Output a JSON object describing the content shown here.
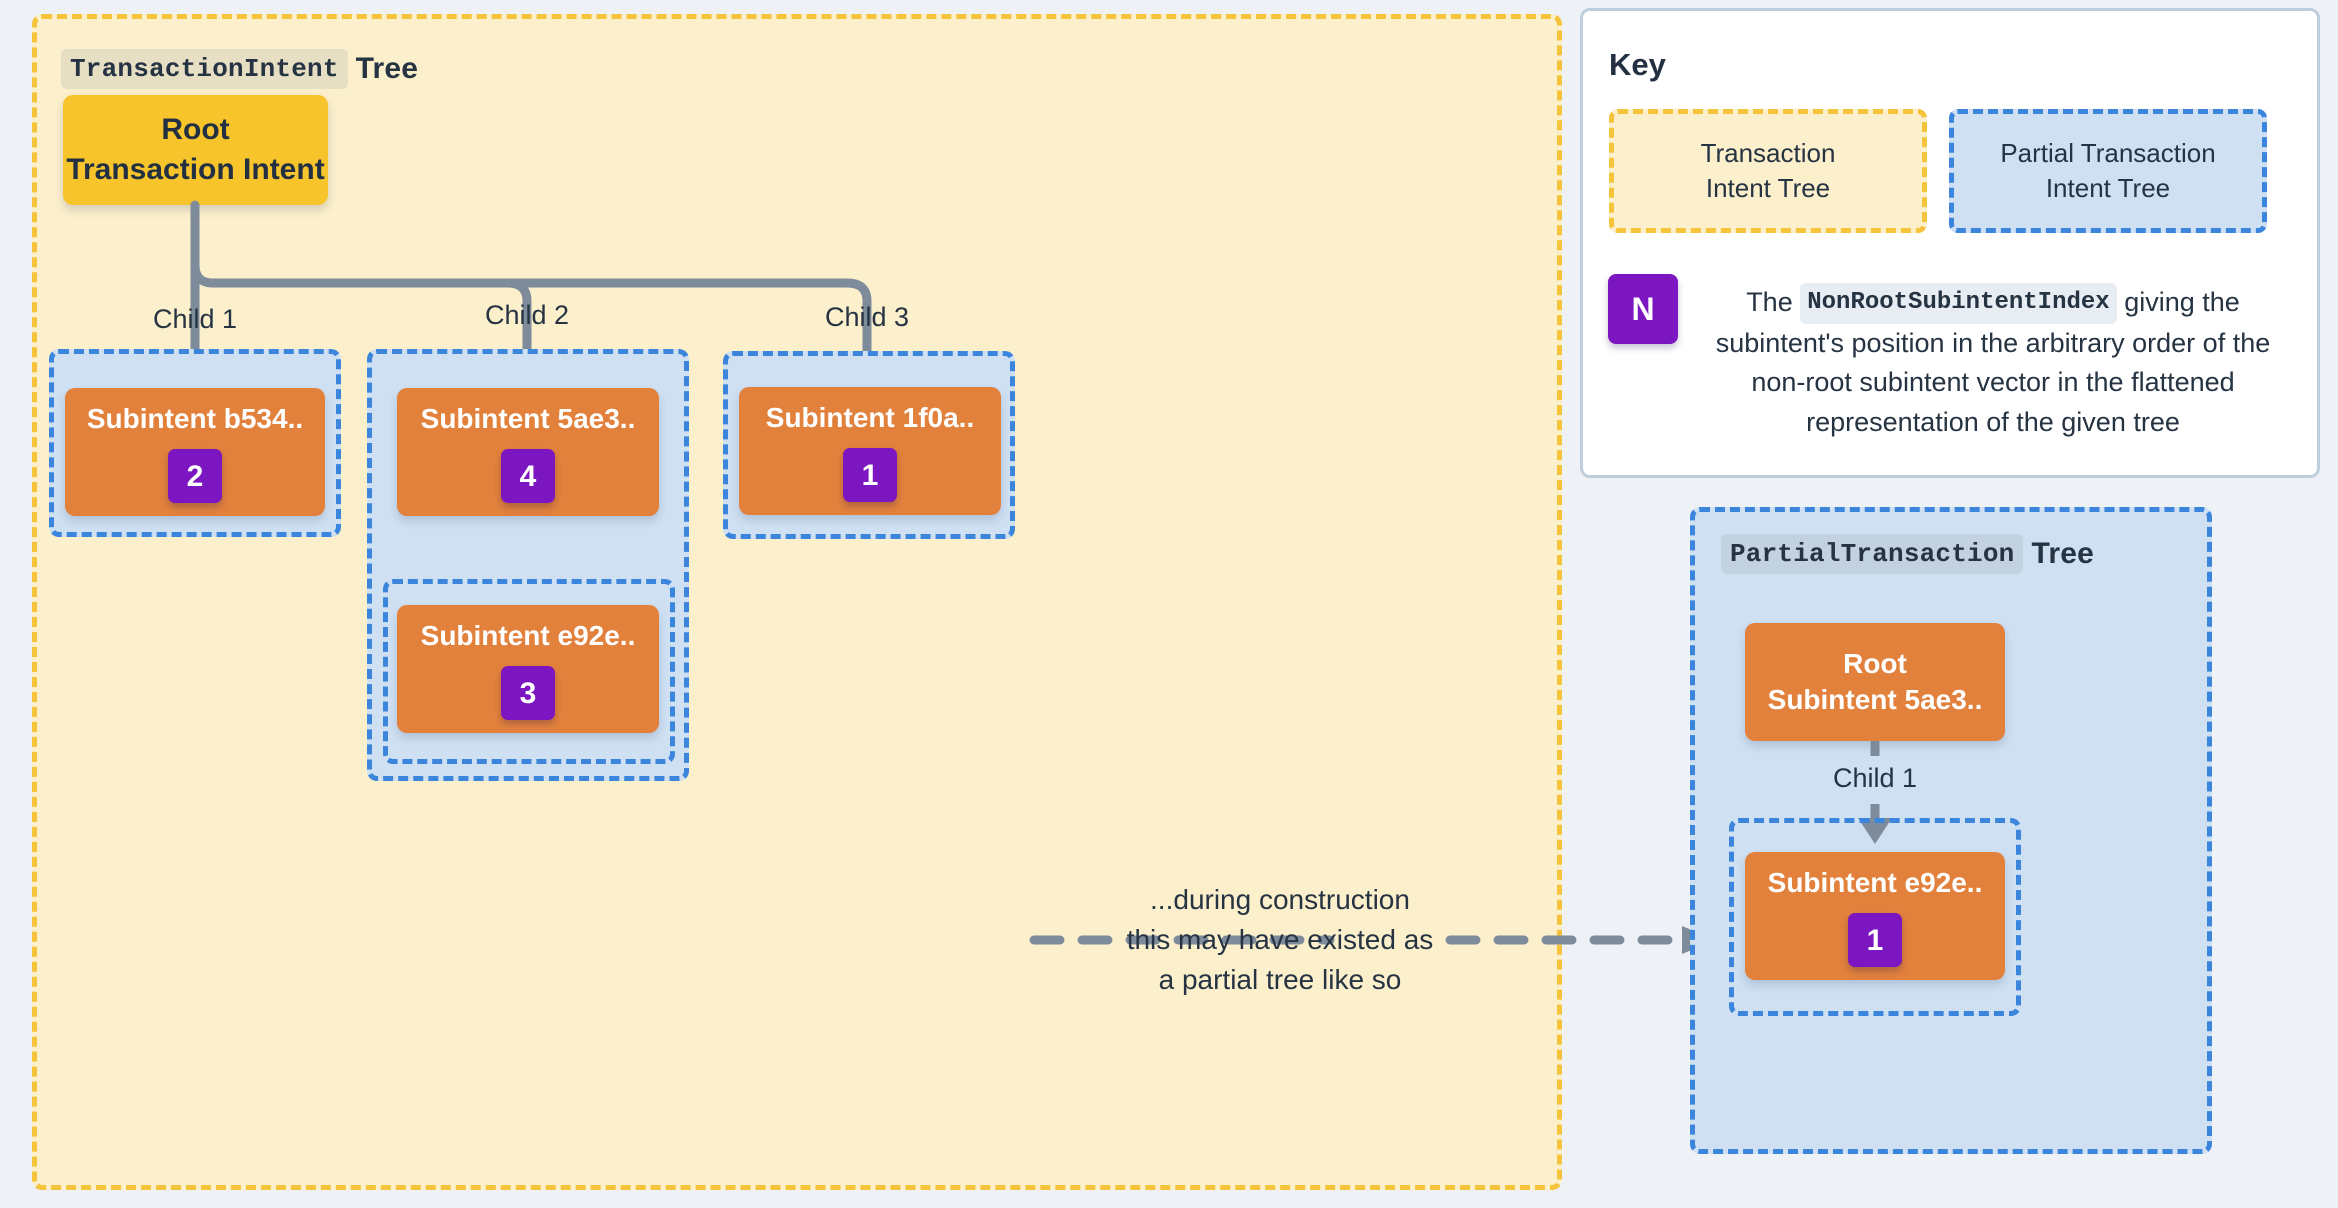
{
  "intent_tree": {
    "title_code": "TransactionIntent",
    "title_word": "Tree",
    "root": {
      "line1": "Root",
      "line2": "Transaction Intent"
    },
    "edges": {
      "child1": "Child 1",
      "child2": "Child 2",
      "child3": "Child 3",
      "nested_child1": "Child 1"
    },
    "subintents": [
      {
        "id": "b534",
        "label": "Subintent b534..",
        "index": "2"
      },
      {
        "id": "5ae3",
        "label": "Subintent 5ae3..",
        "index": "4"
      },
      {
        "id": "1f0a",
        "label": "Subintent 1f0a..",
        "index": "1"
      },
      {
        "id": "e92e",
        "label": "Subintent e92e..",
        "index": "3"
      }
    ]
  },
  "construction_note": {
    "line1": "...during construction",
    "line2": "this may have existed as",
    "line3": "a partial tree like so"
  },
  "partial_tree": {
    "title_code": "PartialTransaction",
    "title_word": "Tree",
    "root": {
      "line1": "Root",
      "line2": "Subintent 5ae3.."
    },
    "edge_child1": "Child 1",
    "child": {
      "label": "Subintent e92e..",
      "index": "1"
    }
  },
  "key": {
    "title": "Key",
    "swatch_transaction": "Transaction\nIntent Tree",
    "swatch_transaction_line1": "Transaction",
    "swatch_transaction_line2": "Intent Tree",
    "swatch_partial_line1": "Partial Transaction",
    "swatch_partial_line2": "Intent Tree",
    "badge_letter": "N",
    "desc_prefix": "The",
    "desc_code": "NonRootSubintentIndex",
    "desc_suffix": "giving the subintent's position in the arbitrary order of the non-root subintent vector in the flattened representation of the given tree"
  },
  "colors": {
    "page_background": "#eef2f6",
    "transaction_tree_fill": "#fcefcb",
    "transaction_tree_border": "#f5c43a",
    "partial_tree_fill": "#cfe0f3",
    "partial_tree_border": "#3b86dc",
    "root_node": "#f7c52b",
    "subintent_node": "#e2813c",
    "index_badge": "#7b16c0",
    "connector": "#7d8b9a",
    "text": "#253342"
  }
}
